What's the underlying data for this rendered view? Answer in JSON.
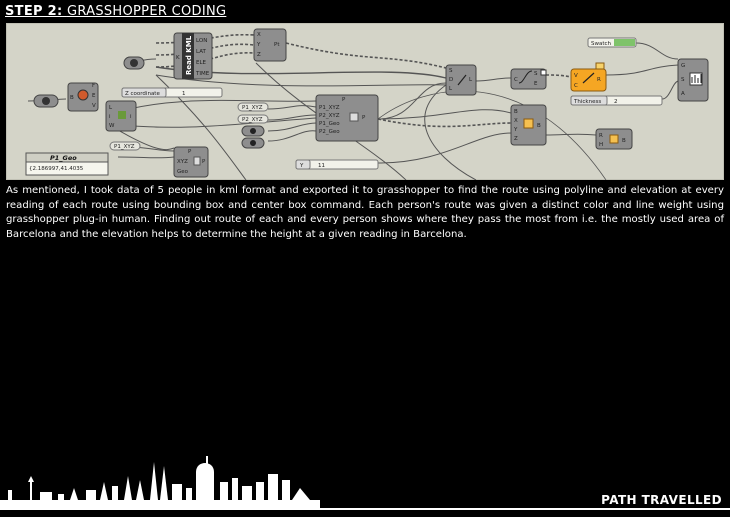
{
  "header": {
    "step_label": "STEP 2:",
    "step_title": "GRASSHOPPER CODING"
  },
  "canvas": {
    "read_kml": {
      "title": "Read KML",
      "inputs": [
        "K"
      ],
      "outputs": [
        "LON",
        "LAT",
        "ELE",
        "TIME"
      ]
    },
    "panel_p1_geo": {
      "title": "P1_Geo",
      "value": "{2.186997,41.4035"
    },
    "slider_z": {
      "label": "Z coordinate",
      "value": "1"
    },
    "slider_y": {
      "label": "Y",
      "value": "11"
    },
    "slider_thickness": {
      "label": "Thickness",
      "value": "2"
    },
    "swatch_label": "Swatch",
    "relay_labels": [
      "P1_XYZ",
      "P2_XYZ",
      "P1_XYZ"
    ],
    "point_comp": {
      "inputs": [
        "X",
        "Y",
        "Z"
      ],
      "output": "Pt"
    },
    "cluster": {
      "inputs": [
        "P",
        "P1_XYZ",
        "P2_XYZ",
        "P1_Geo",
        "P2_Geo"
      ],
      "output": "P"
    },
    "geo_comp": {
      "inputs": [
        "P",
        "XYZ",
        "Geo"
      ],
      "output": "P"
    },
    "list_comp": {
      "inputs": [
        "L",
        "i",
        "W"
      ],
      "output": "i"
    },
    "polyline_comp": {
      "inputs": [
        "S",
        "D",
        "L"
      ],
      "output": "L"
    },
    "graph_comp": {
      "inputs": [
        "C",
        "E"
      ],
      "output": "S"
    },
    "gradient_comp": {
      "inputs": [
        "V",
        "C"
      ],
      "output": "R"
    },
    "box_comp": {
      "inputs": [
        "B",
        "X",
        "Y",
        "Z"
      ],
      "output": "B"
    },
    "human_comp": {
      "inputs": [
        "G",
        "S",
        "A"
      ]
    },
    "rect_comp": {
      "inputs": [
        "R",
        "H"
      ],
      "output": "B"
    },
    "file_comp": {
      "inputs": [
        "B",
        "E",
        "V"
      ],
      "output": "F"
    }
  },
  "description": "As mentioned, I took data of 5 people in kml format and exported it to grasshopper to find the route using polyline and elevation at every reading of each route using bounding box and center box command. Each person's route was given a distinct color and line weight using grasshopper plug-in human. Finding out route of each and every person shows where they pass the most from i.e. the mostly used area of Barcelona and the elevation helps to determine the height at a given reading in Barcelona.",
  "footer": {
    "title": "PATH TRAVELLED"
  },
  "colors": {
    "background": "#000000",
    "canvas": "#d4d4c8",
    "component": "#8e8e8e",
    "orange": "#f5a623",
    "swatch": "#7fc36a"
  }
}
